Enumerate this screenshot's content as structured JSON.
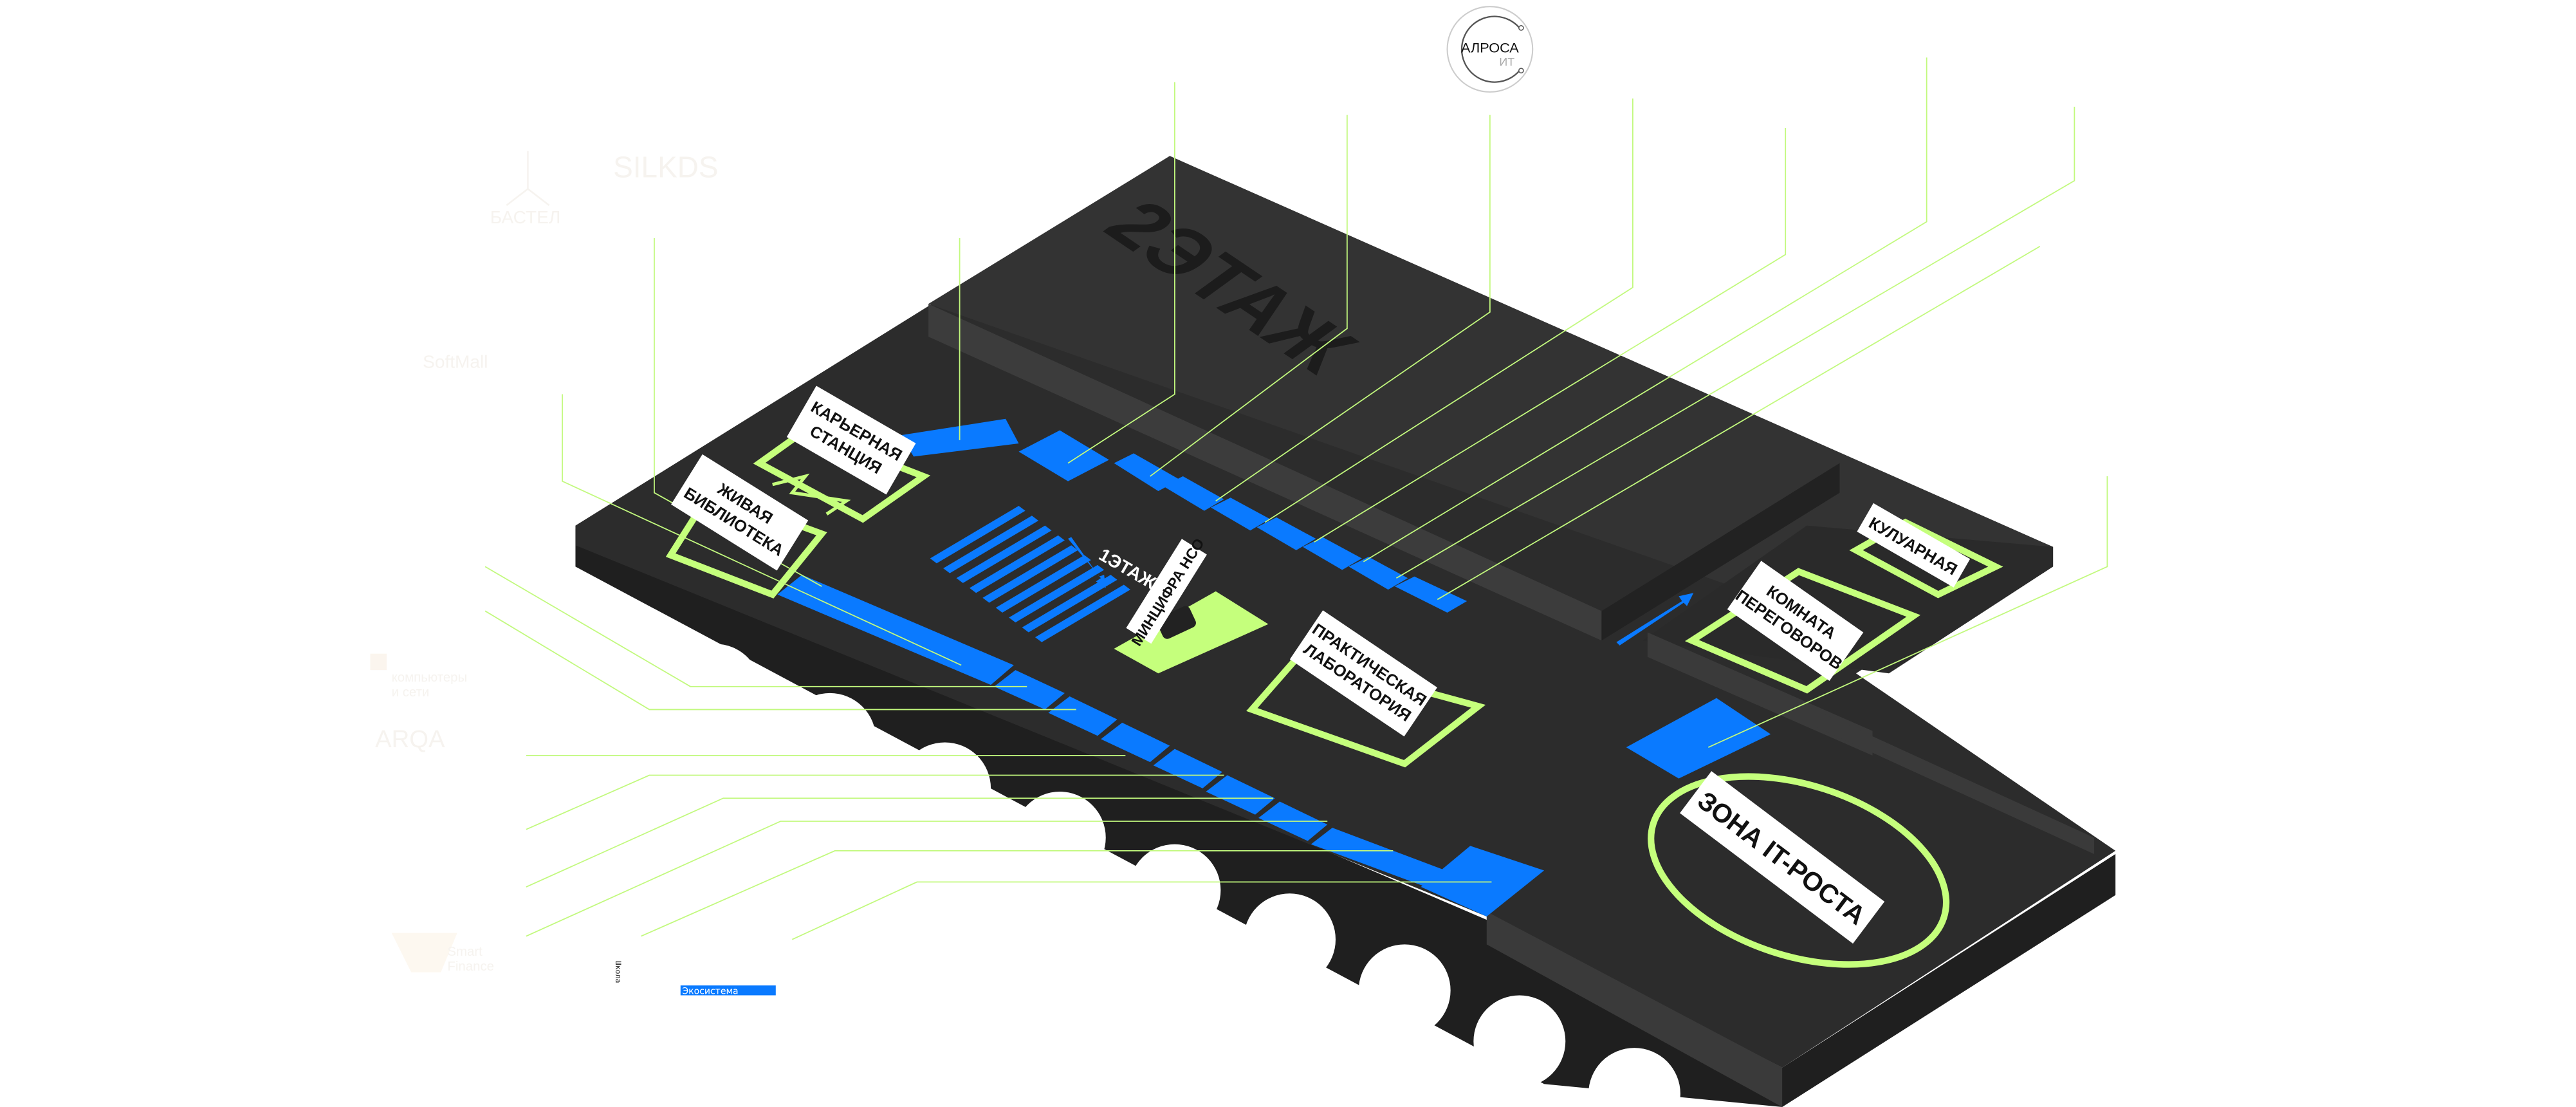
{
  "logo": {
    "name": "АЛРОСА",
    "sub": "ИТ"
  },
  "floors": {
    "upper": "2ЭТАЖ",
    "lower": "1ЭТАЖ"
  },
  "zones": {
    "career": [
      "КАРЬЕРНАЯ",
      "СТАНЦИЯ"
    ],
    "library": [
      "ЖИВАЯ",
      "БИБЛИОТЕКА"
    ],
    "mincifra": "МИНЦИФРА НСО",
    "lab": [
      "ПРАКТИЧЕСКАЯ",
      "ЛАБОРАТОРИЯ"
    ],
    "meeting": [
      "КОМНАТА",
      "ПЕРЕГОВОРОВ"
    ],
    "lounge": "КУЛУАРНАЯ",
    "it_zone": "ЗОНА IT-РОСТА"
  },
  "partner_logos": {
    "bastel": "БАСТЕЛ",
    "silkds": "SILKDS",
    "softmall": "SoftMall",
    "computers": [
      "компьютеры",
      "и сети"
    ],
    "arqa": "ARQA",
    "itsf": [
      "Smart",
      "Finance"
    ],
    "school": "Школа",
    "ecosystem": "Экосистема"
  },
  "colors": {
    "floor": "#2c2c2c",
    "accent_green": "#c5ff7c",
    "accent_blue": "#0a7aff",
    "label_bg": "#ffffff"
  }
}
